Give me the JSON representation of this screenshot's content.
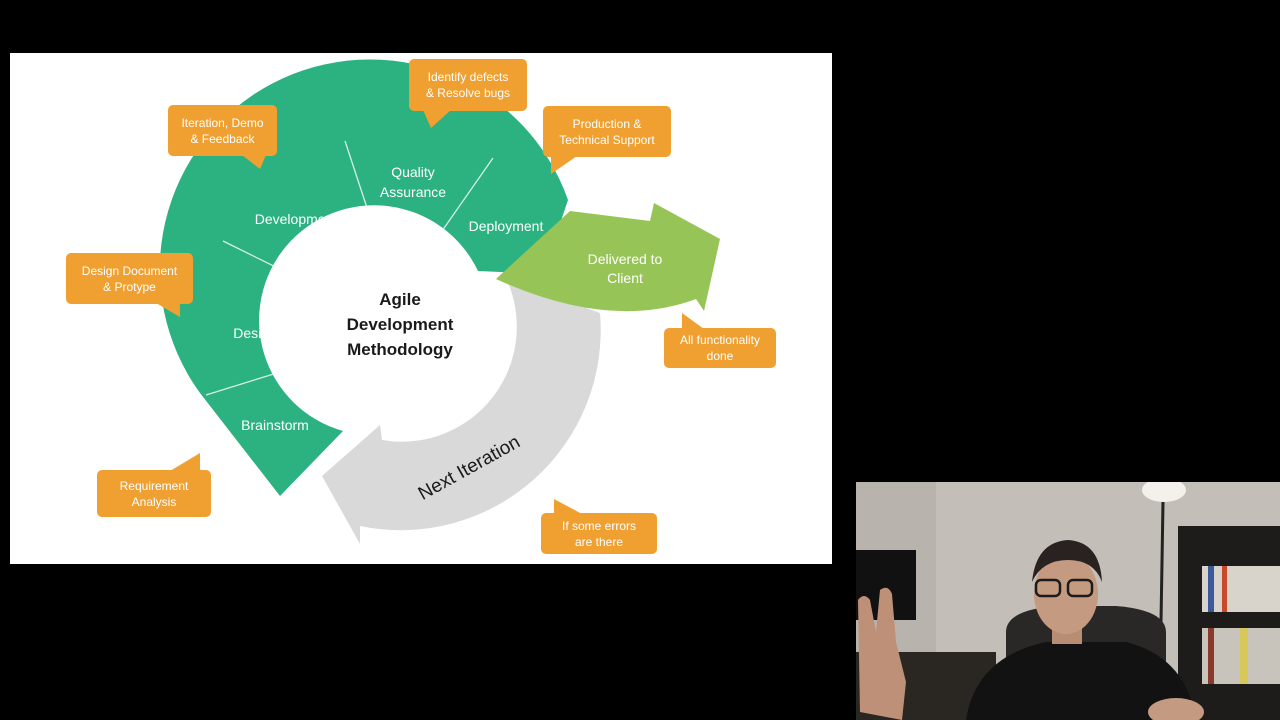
{
  "diagram": {
    "center_title": [
      "Agile",
      "Development",
      "Methodology"
    ],
    "segments": {
      "development": "Development",
      "quality_assurance": [
        "Quality",
        "Assurance"
      ],
      "deployment": "Deployment",
      "design": "Design",
      "brainstorm": "Brainstorm"
    },
    "delivered": [
      "Delivered to",
      "Client"
    ],
    "next_iteration": "Next Iteration",
    "callouts": {
      "identify_defects": [
        "Identify defects",
        "& Resolve bugs"
      ],
      "iteration_demo": [
        "Iteration, Demo",
        "& Feedback"
      ],
      "production_support": [
        "Production &",
        "Technical Support"
      ],
      "design_document": [
        "Design Document",
        "& Protype"
      ],
      "all_functionality": [
        "All functionality",
        "done"
      ],
      "requirement_analysis": [
        "Requirement",
        "Analysis"
      ],
      "some_errors": [
        "If some errors",
        "are there"
      ]
    },
    "colors": {
      "green": "#2bb280",
      "lime": "#97c456",
      "gray": "#d9d9d9",
      "callout": "#f0a030"
    }
  }
}
